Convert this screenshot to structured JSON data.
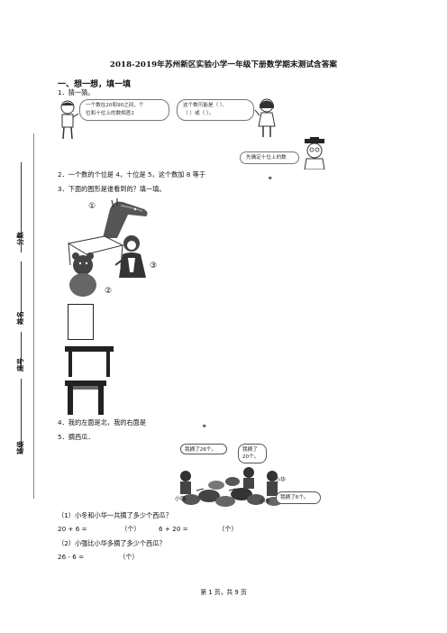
{
  "title": "2018-2019年苏州新区实验小学一年级下册数学期末测试含答案",
  "section1": "一、想一想，填一填",
  "q1": {
    "label": "1．猜一猜。",
    "bubble_left_line1": "一个数在20和90之间，个",
    "bubble_left_line2": "位和十位上的数相差2",
    "bubble_right_line1": "这个数可能是（     ）、",
    "bubble_right_line2": "（     ）或（     ）。",
    "bubble_bottom": "先确定十位上的数"
  },
  "q2": {
    "label": "2．一个数的个位是 4，十位是 5，这个数加 8 等于",
    "end": "。"
  },
  "q3": {
    "label": "3．下面的图形是谁看到的？填一填。",
    "mark1": "①",
    "mark2": "②",
    "mark3": "③"
  },
  "q4": {
    "label": "4．我的左面是北，我的右面是",
    "end": "。"
  },
  "q5": {
    "label": "5．摘西瓜．",
    "speech1": "我摘了26个。",
    "speech2_line1": "我摘了",
    "speech2_line2": "20个。",
    "speech3": "我摘了6个。",
    "name_hua": "小华",
    "name_qiang": "小强",
    "name_dong": "小冬",
    "sub1": "（1）小冬和小华一共摘了多少个西瓜？",
    "eq1": "20 + 6 =",
    "unit1": "（个）",
    "eq2": "6 + 20 =",
    "unit2": "（个）",
    "sub2": "（2）小强比小华多摘了多少个西瓜？",
    "eq3": "26 - 6 =",
    "unit3": "（个）"
  },
  "gutter": {
    "score": "分数",
    "name": "姓名",
    "id": "座号",
    "class": "班级"
  },
  "footer": "第 1 页，共 9 页"
}
